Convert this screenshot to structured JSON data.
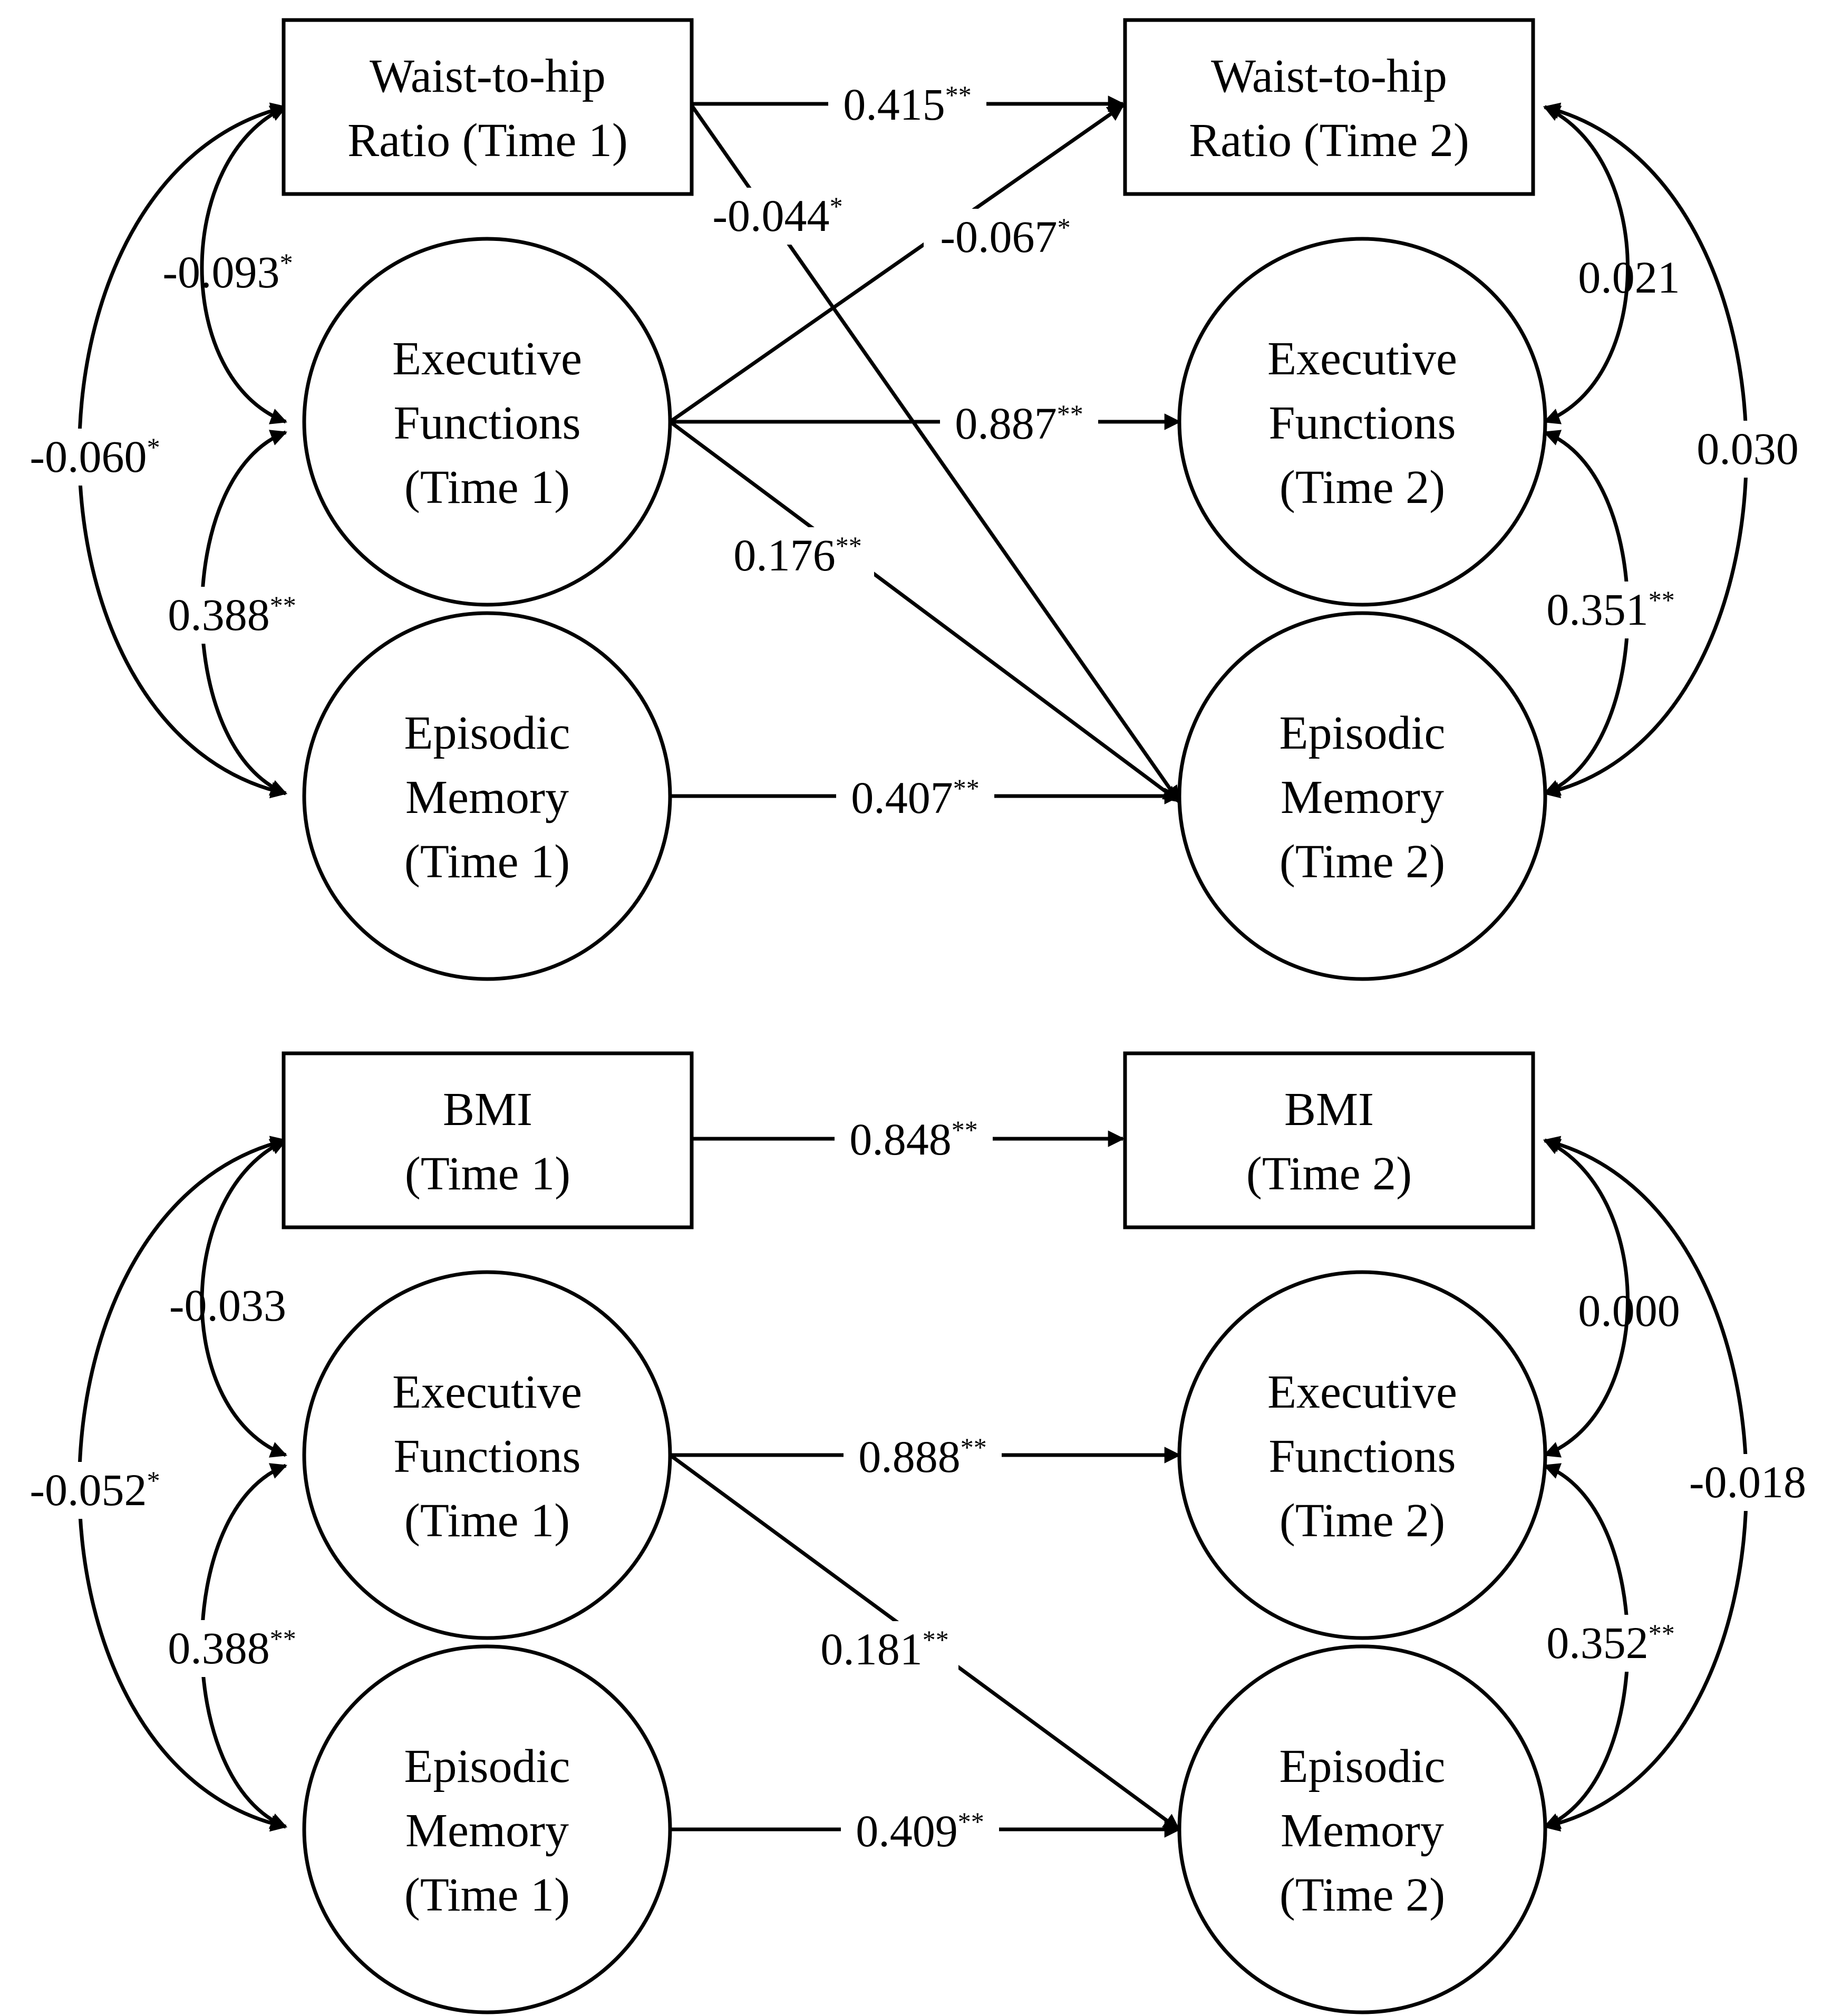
{
  "panels": [
    {
      "id": "whr",
      "nodes": [
        {
          "id": "m1",
          "shape": "rect",
          "lines": [
            "Waist-to-hip",
            "Ratio (Time 1)"
          ]
        },
        {
          "id": "m2",
          "shape": "rect",
          "lines": [
            "Waist-to-hip",
            "Ratio (Time 2)"
          ]
        },
        {
          "id": "ef1",
          "shape": "circle",
          "lines": [
            "Executive",
            "Functions",
            "(Time 1)"
          ]
        },
        {
          "id": "ef2",
          "shape": "circle",
          "lines": [
            "Executive",
            "Functions",
            "(Time 2)"
          ]
        },
        {
          "id": "em1",
          "shape": "circle",
          "lines": [
            "Episodic",
            "Memory",
            "(Time 1)"
          ]
        },
        {
          "id": "em2",
          "shape": "circle",
          "lines": [
            "Episodic",
            "Memory",
            "(Time 2)"
          ]
        }
      ],
      "paths": [
        {
          "from": "m1",
          "to": "m2",
          "value": "0.415",
          "stars": "**"
        },
        {
          "from": "m1",
          "to": "em2",
          "value": "-0.044",
          "stars": "*"
        },
        {
          "from": "ef1",
          "to": "m2",
          "value": "-0.067",
          "stars": "*"
        },
        {
          "from": "ef1",
          "to": "ef2",
          "value": "0.887",
          "stars": "**"
        },
        {
          "from": "ef1",
          "to": "em2",
          "value": "0.176",
          "stars": "**"
        },
        {
          "from": "em1",
          "to": "em2",
          "value": "0.407",
          "stars": "**"
        }
      ],
      "correlations": [
        {
          "between": [
            "m1",
            "ef1"
          ],
          "value": "-0.093",
          "stars": "*"
        },
        {
          "between": [
            "ef1",
            "em1"
          ],
          "value": "0.388",
          "stars": "**"
        },
        {
          "between": [
            "m1",
            "em1"
          ],
          "value": "-0.060",
          "stars": "*"
        },
        {
          "between": [
            "m2",
            "ef2"
          ],
          "value": "0.021",
          "stars": ""
        },
        {
          "between": [
            "ef2",
            "em2"
          ],
          "value": "0.351",
          "stars": "**"
        },
        {
          "between": [
            "m2",
            "em2"
          ],
          "value": "0.030",
          "stars": ""
        }
      ]
    },
    {
      "id": "bmi",
      "nodes": [
        {
          "id": "m1",
          "shape": "rect",
          "lines": [
            "BMI",
            "(Time 1)"
          ]
        },
        {
          "id": "m2",
          "shape": "rect",
          "lines": [
            "BMI",
            "(Time 2)"
          ]
        },
        {
          "id": "ef1",
          "shape": "circle",
          "lines": [
            "Executive",
            "Functions",
            "(Time 1)"
          ]
        },
        {
          "id": "ef2",
          "shape": "circle",
          "lines": [
            "Executive",
            "Functions",
            "(Time 2)"
          ]
        },
        {
          "id": "em1",
          "shape": "circle",
          "lines": [
            "Episodic",
            "Memory",
            "(Time 1)"
          ]
        },
        {
          "id": "em2",
          "shape": "circle",
          "lines": [
            "Episodic",
            "Memory",
            "(Time 2)"
          ]
        }
      ],
      "paths": [
        {
          "from": "m1",
          "to": "m2",
          "value": "0.848",
          "stars": "**"
        },
        {
          "from": "ef1",
          "to": "ef2",
          "value": "0.888",
          "stars": "**"
        },
        {
          "from": "ef1",
          "to": "em2",
          "value": "0.181",
          "stars": "**"
        },
        {
          "from": "em1",
          "to": "em2",
          "value": "0.409",
          "stars": "**"
        }
      ],
      "correlations": [
        {
          "between": [
            "m1",
            "ef1"
          ],
          "value": "-0.033",
          "stars": ""
        },
        {
          "between": [
            "ef1",
            "em1"
          ],
          "value": "0.388",
          "stars": "**"
        },
        {
          "between": [
            "m1",
            "em1"
          ],
          "value": "-0.052",
          "stars": "*"
        },
        {
          "between": [
            "m2",
            "ef2"
          ],
          "value": "0.000",
          "stars": ""
        },
        {
          "between": [
            "ef2",
            "em2"
          ],
          "value": "0.352",
          "stars": "**"
        },
        {
          "between": [
            "m2",
            "em2"
          ],
          "value": "-0.018",
          "stars": ""
        }
      ]
    }
  ]
}
